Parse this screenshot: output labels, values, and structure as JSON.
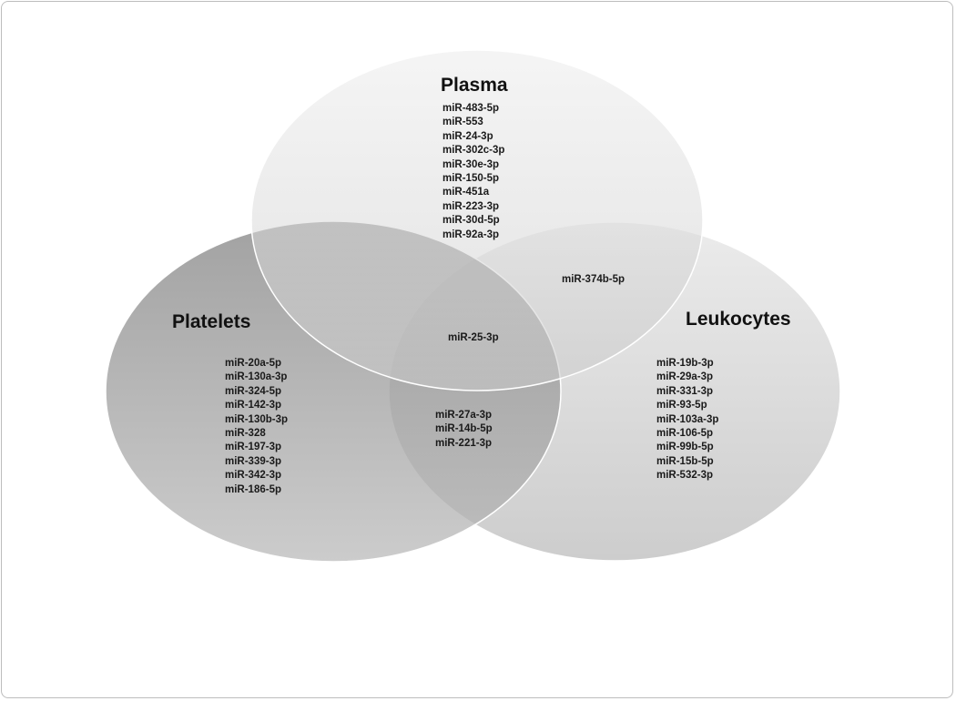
{
  "diagram": {
    "sets": [
      {
        "id": "plasma",
        "label": "Plasma",
        "items": [
          "miR-483-5p",
          "miR-553",
          "miR-24-3p",
          "miR-302c-3p",
          "miR-30e-3p",
          "miR-150-5p",
          "miR-451a",
          "miR-223-3p",
          "miR-30d-5p",
          "miR-92a-3p"
        ]
      },
      {
        "id": "platelets",
        "label": "Platelets",
        "items": [
          "miR-20a-5p",
          "miR-130a-3p",
          "miR-324-5p",
          "miR-142-3p",
          "miR-130b-3p",
          "miR-328",
          "miR-197-3p",
          "miR-339-3p",
          "miR-342-3p",
          "miR-186-5p"
        ]
      },
      {
        "id": "leukocytes",
        "label": "Leukocytes",
        "items": [
          "miR-19b-3p",
          "miR-29a-3p",
          "miR-331-3p",
          "miR-93-5p",
          "miR-103a-3p",
          "miR-106-5p",
          "miR-99b-5p",
          "miR-15b-5p",
          "miR-532-3p"
        ]
      }
    ],
    "intersections": {
      "plasma_leukocytes": [
        "miR-374b-5p"
      ],
      "all_three": [
        "miR-25-3p"
      ],
      "platelets_leukocytes": [
        "miR-27a-3p",
        "miR-14b-5p",
        "miR-221-3p"
      ]
    },
    "colors": {
      "plasma_fill": "#e2e2e2",
      "platelets_fill": "#9a9a9a",
      "leukocytes_fill": "#dadada",
      "outline": "#ffffff",
      "text": "#1a1a1a"
    }
  }
}
